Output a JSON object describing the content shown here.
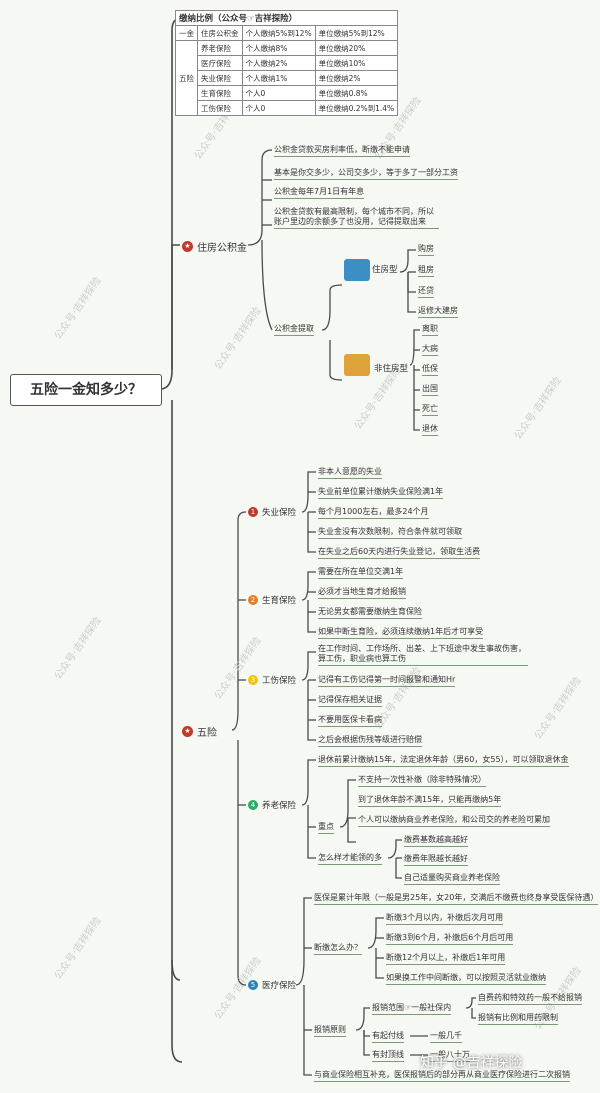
{
  "root": "五险一金知多少？",
  "table": {
    "title": "缴纳比例（公众号☞吉祥探险）",
    "group_fund": "一金",
    "group_ins": "五险",
    "rows": [
      [
        "住房公积金",
        "个人缴纳5%到12%",
        "单位缴纳5%到12%"
      ],
      [
        "养老保险",
        "个人缴纳8%",
        "单位缴纳20%"
      ],
      [
        "医疗保险",
        "个人缴纳2%",
        "单位缴纳10%"
      ],
      [
        "失业保险",
        "个人缴纳1%",
        "单位缴纳2%"
      ],
      [
        "生育保险",
        "个人0",
        "单位缴纳0.8%"
      ],
      [
        "工伤保险",
        "个人0",
        "单位缴纳0.2%到1.4%"
      ]
    ]
  },
  "fund": {
    "label": "住房公积金",
    "notes": [
      "公积金贷款买房利率低，断缴不能申请",
      "基本是你交多少，公司交多少，等于多了一部分工资",
      "公积金每年7月1日有年息",
      "公积金贷款有最高限制，每个城市不同，所以账户里边的余额多了也没用，记得提取出来"
    ],
    "withdraw": "公积金提取",
    "housing": "住房型",
    "housing_items": [
      "购房",
      "租房",
      "还贷",
      "返修大建房"
    ],
    "nonhousing": "非住房型",
    "nonhousing_items": [
      "离职",
      "大病",
      "低保",
      "出国",
      "死亡",
      "退休"
    ]
  },
  "ins": {
    "label": "五险",
    "unemp": {
      "num": "1",
      "label": "失业保险",
      "items": [
        "非本人意愿的失业",
        "失业前单位累计缴纳失业保险满1年",
        "每个月1000左右，最多24个月",
        "失业金没有次数限制，符合条件就可领取",
        "在失业之后60天内进行失业登记，领取生活费"
      ]
    },
    "birth": {
      "num": "2",
      "label": "生育保险",
      "items": [
        "需要在所在单位交满1年",
        "必须才当地生育才给报销",
        "无论男女都需要缴纳生育保险",
        "如果中断生育险，必须连续缴纳1年后才可享受"
      ]
    },
    "injury": {
      "num": "3",
      "label": "工伤保险",
      "items": [
        "在工作时间、工作场所、出差、上下班途中发生事故伤害，算工伤，职业病也算工伤",
        "记得有工伤记得第一时间报警和通知Hr",
        "记得保存相关证据",
        "不要用医保卡看病",
        "之后会根据伤残等级进行赔偿"
      ]
    },
    "pension": {
      "num": "4",
      "label": "养老保险",
      "retire": "退休前累计缴纳15年，法定退休年龄（男60，女55），可以领取退休金",
      "key": "重点",
      "key_items": [
        "不支持一次性补缴（除非特殊情况）",
        "到了退休年龄不满15年，只能再缴纳5年",
        "个人可以缴纳商业养老保险，和公司交的养老险可累加"
      ],
      "how": "怎么样才能领的多",
      "how_items": [
        "缴费基数越高越好",
        "缴费年限越长越好",
        "自己适量购买商业养老保险"
      ]
    },
    "medical": {
      "num": "5",
      "label": "医疗保险",
      "cum": "医保是累计年限（一般是男25年，女20年，交满后不缴费也终身享受医保待遇）",
      "lapse": "断缴怎么办？",
      "lapse_items": [
        "断缴3个月以内，补缴后次月可用",
        "断缴3到6个月，补缴后6个月后可用",
        "断缴12个月以上，补缴后1年可用",
        "如果换工作中间断缴，可以按照灵活就业缴纳"
      ],
      "rule": "报销原则",
      "scope": "报销范围☞一般社保内",
      "scope_items": [
        "自费药和特效药一般不给报销",
        "报销有比例和用药限制"
      ],
      "start": "有起付线",
      "start_v": "一般几千",
      "cap": "有封顶线",
      "cap_v": "一般八十万",
      "combo": "与商业保险相互补充，医保报销后的部分再从商业医疗保险进行二次报销"
    }
  },
  "watermark": "公众号·吉祥探险",
  "zhihu": "知乎 @吉祥探险"
}
